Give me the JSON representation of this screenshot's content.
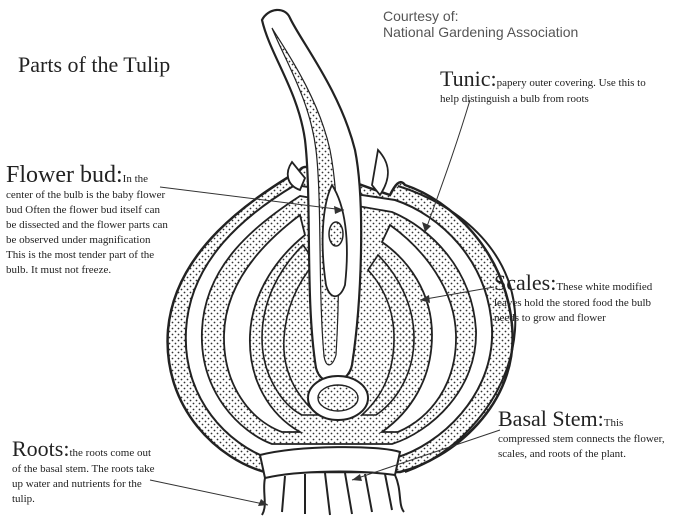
{
  "diagram": {
    "title": "Parts of the Tulip",
    "courtesy": {
      "line1": "Courtesy of:",
      "line2": "National Gardening Association"
    },
    "labels": {
      "tunic": {
        "term": "Tunic:",
        "text": "papery outer covering.  Use this to help distinguish a bulb from roots"
      },
      "flower_bud": {
        "term": "Flower bud:",
        "text": "In the center of the bulb is the baby flower bud  Often the flower bud itself can be dissected and the flower parts can be observed under magnification  This is the most  tender part of the bulb. It must not freeze."
      },
      "scales": {
        "term": "Scales:",
        "text": "These white modified leaves hold the stored food the bulb needs to grow and flower"
      },
      "basal_stem": {
        "term": "Basal Stem:",
        "text": "This compressed stem connects the flower, scales, and roots of the plant."
      },
      "roots": {
        "term": "Roots:",
        "text": "the roots come out of the basal stem.  The roots take up water and nutrients for the tulip."
      }
    }
  },
  "colors": {
    "ink": "#222222",
    "stipple": "#333333",
    "background": "#ffffff"
  }
}
